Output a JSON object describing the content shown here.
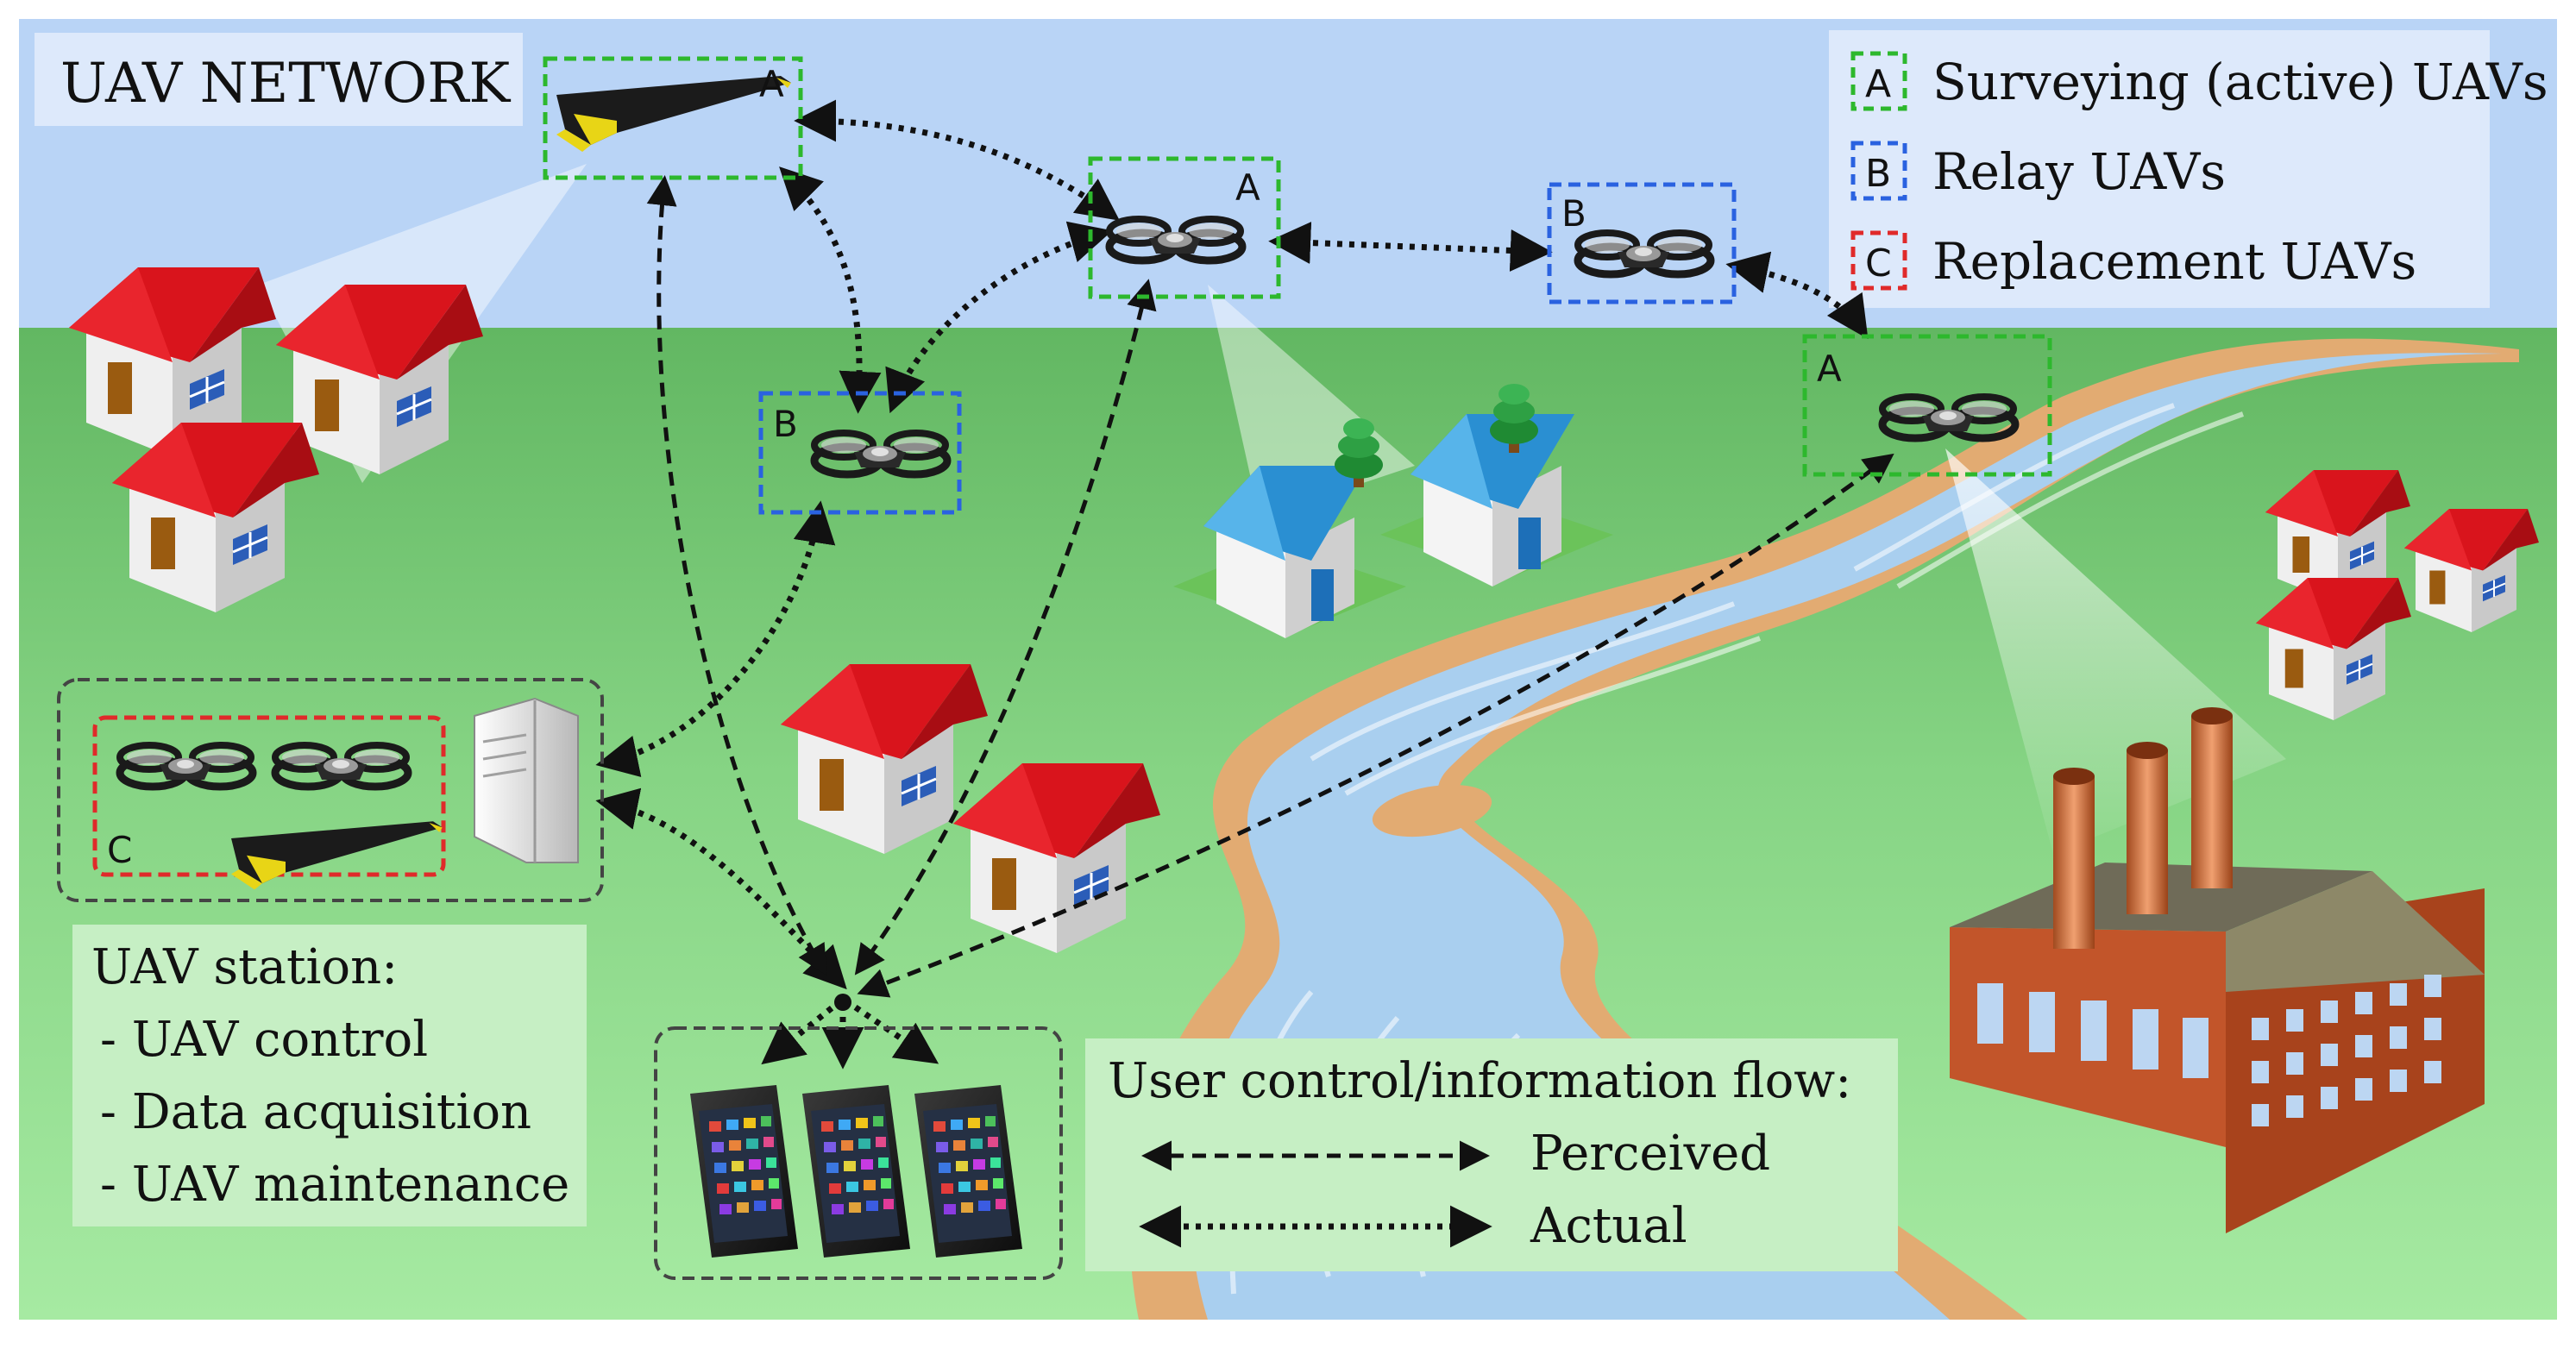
{
  "title": "UAV NETWORK",
  "legend": {
    "items": [
      {
        "letter": "A",
        "label": "Surveying (active) UAVs",
        "color": "#2db82d"
      },
      {
        "letter": "B",
        "label": "Relay UAVs",
        "color": "#2a62e0"
      },
      {
        "letter": "C",
        "label": "Replacement UAVs",
        "color": "#e02a2a"
      }
    ]
  },
  "uav_letters": {
    "wing": "A",
    "quad_top": "A",
    "relay_left": "B",
    "relay_right": "B",
    "quad_river": "A",
    "station_group": "C"
  },
  "station": {
    "heading": "UAV station:",
    "items": [
      "- UAV control",
      "- Data acquisition",
      "- UAV maintenance"
    ]
  },
  "flow_legend": {
    "heading": "User control/information flow:",
    "perceived": "Perceived",
    "actual": "Actual"
  },
  "colors": {
    "sky": "#b9d4f6",
    "grass_top": "#6cbc6a",
    "grass_bottom": "#9ee69b",
    "river_bank": "#e0aa70",
    "river_water": "#a7cdee",
    "active": "#2db82d",
    "relay": "#2a62e0",
    "replacement": "#e02a2a",
    "roof": "#d9141c",
    "roof_blue": "#2b9ad8",
    "factory_brick": "#c2552a"
  }
}
